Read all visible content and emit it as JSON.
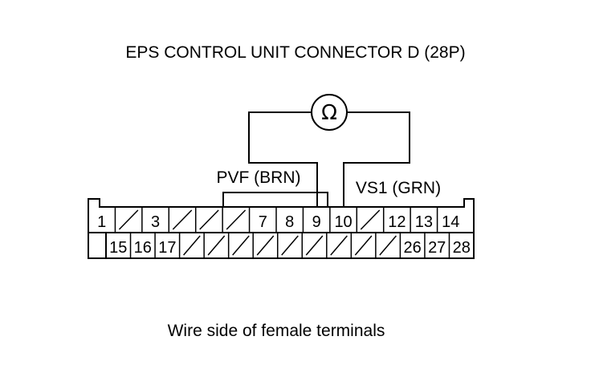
{
  "title": "EPS CONTROL UNIT CONNECTOR D (28P)",
  "meter_symbol": "Ω",
  "probe_left_label": "PVF (BRN)",
  "probe_right_label": "VS1 (GRN)",
  "caption": "Wire side of female terminals",
  "connector": {
    "top_row": [
      "1",
      "",
      "3",
      "",
      "",
      "",
      "7",
      "8",
      "9",
      "10",
      "",
      "12",
      "13",
      "14"
    ],
    "bottom_row": [
      "",
      "15",
      "16",
      "17",
      "",
      "",
      "",
      "",
      "",
      "",
      "",
      "",
      "",
      "26",
      "27",
      "28"
    ]
  }
}
